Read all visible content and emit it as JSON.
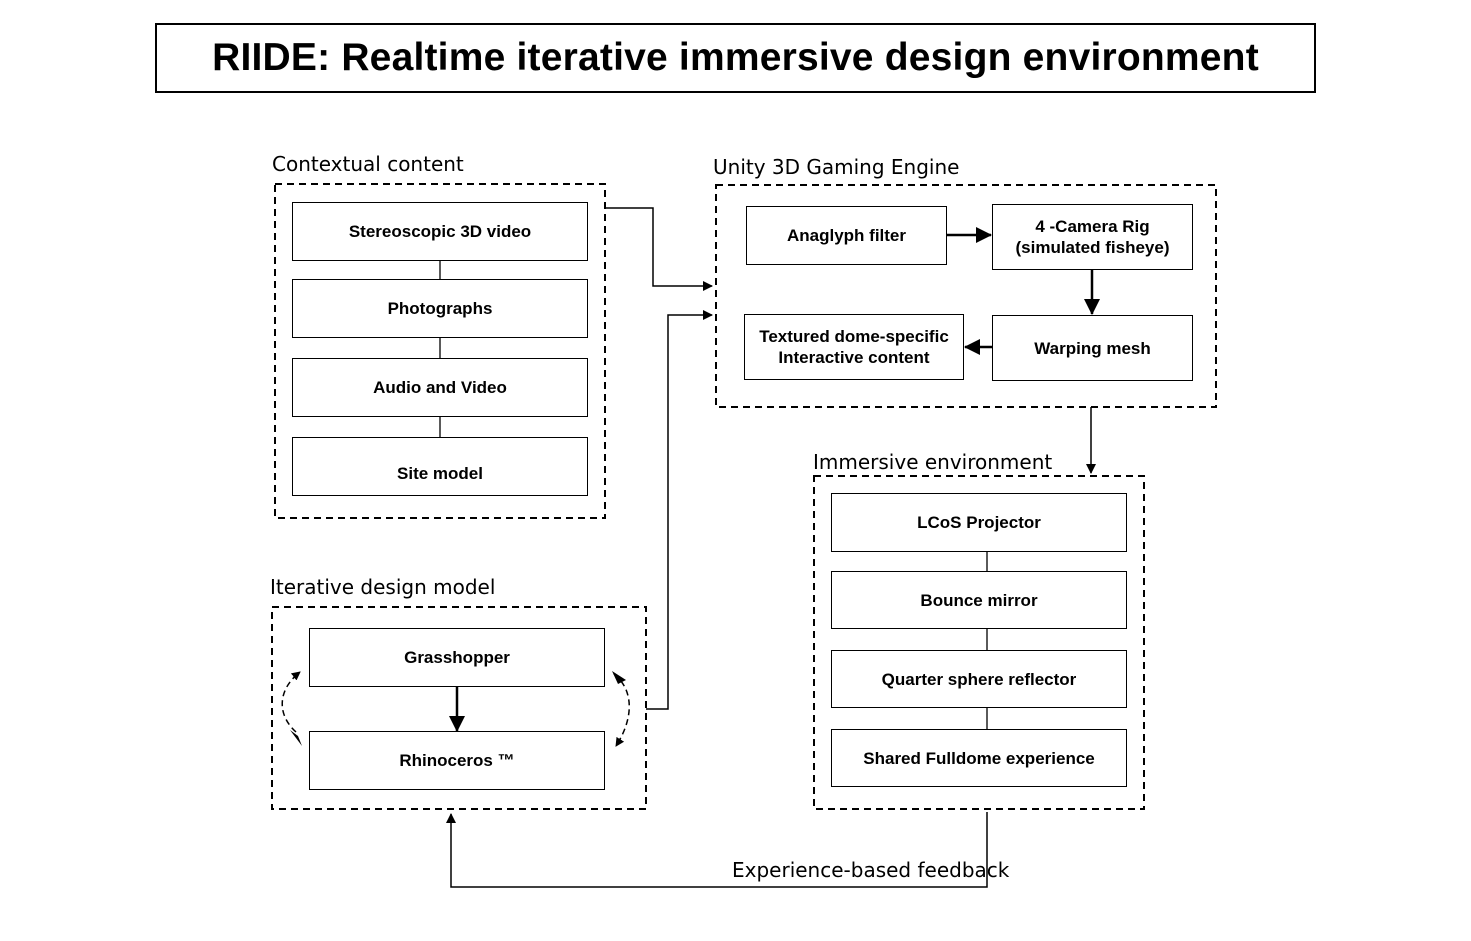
{
  "title": "RIIDE: Realtime iterative immersive design environment",
  "groups": {
    "contextual": {
      "label": "Contextual content",
      "nodes": [
        "Stereoscopic 3D video",
        "Photographs",
        "Audio and Video",
        "Site model"
      ]
    },
    "unity": {
      "label": "Unity 3D Gaming Engine",
      "nodes": {
        "anaglyph": "Anaglyph filter",
        "camera_rig": "4 -Camera Rig\n(simulated fisheye)",
        "warping": "Warping mesh",
        "textured": "Textured dome-specific\nInteractive content"
      }
    },
    "immersive": {
      "label": "Immersive environment",
      "nodes": [
        "LCoS Projector",
        "Bounce mirror",
        "Quarter sphere reflector",
        "Shared Fulldome experience"
      ]
    },
    "iterative": {
      "label": "Iterative design model",
      "nodes": [
        "Grasshopper",
        "Rhinoceros ™"
      ]
    }
  },
  "feedback_label": "Experience-based feedback"
}
